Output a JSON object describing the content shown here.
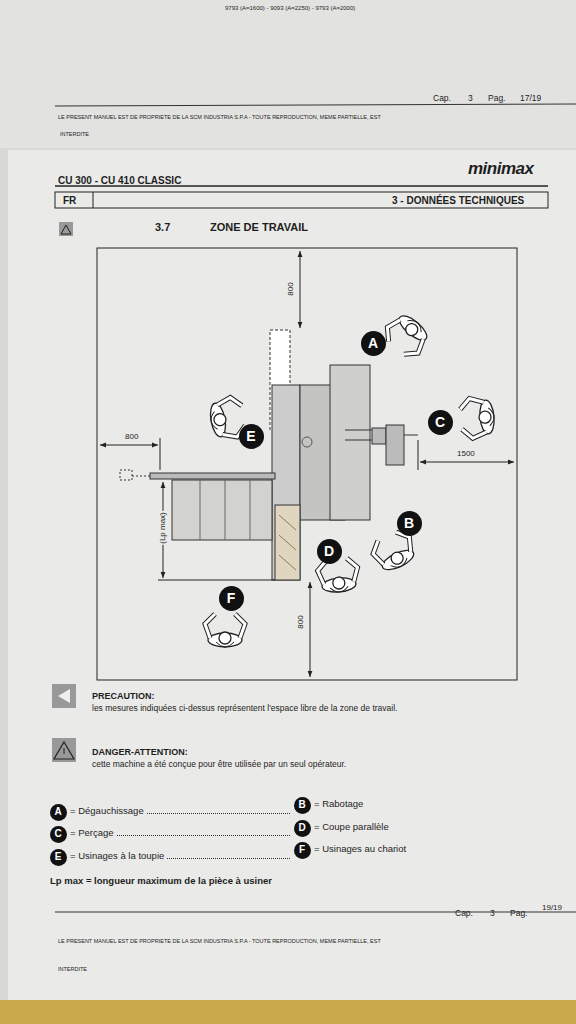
{
  "diagram": {
    "title": "ZONE DE TRAVAIL",
    "nodes": [
      {
        "text": [
          "A"
        ]
      },
      {
        "text": [
          "C"
        ]
      },
      {
        "text": [
          "E"
        ]
      },
      {
        "text": [
          "B"
        ]
      },
      {
        "text": [
          "D"
        ]
      },
      {
        "text": [
          "F"
        ]
      },
      {
        "text": [
          "A"
        ]
      },
      {
        "text": [
          "B"
        ]
      },
      {
        "text": [
          "C"
        ]
      },
      {
        "text": [
          "D"
        ]
      },
      {
        "text": [
          "E"
        ]
      },
      {
        "text": [
          "F"
        ]
      }
    ],
    "labels": [
      "9793 (A=1600) - 9093 (A=2250) - 9793 (A=2000)",
      "LE PRESENT MANUEL EST DE PROPRIETE DE LA SCM INDUSTRIA S.P.A - TOUTE REPRODUCTION, MEME PARTIELLE, EST",
      "INTERDITE",
      "Cap.",
      "3",
      "Pag.",
      "17/19",
      "CU 300 - CU 410 CLASSIC",
      "minimax",
      "FR",
      "3 - DONNÉES TECHNIQUES",
      "3.7",
      "800",
      "800",
      "1500",
      "(Lp max)",
      "800",
      "PRECAUTION:",
      "les mesures indiquées ci-dessus représentent l'espace libre de la zone de travail.",
      "DANGER-ATTENTION:",
      "cette machine a été conçue pour être utilisée par un seul opérateur.",
      "Lp max = longueur maximum de la pièce à usiner",
      "Cap.",
      "3",
      "Pag.",
      "19/19",
      "LE PRESENT MANUEL EST DE PROPRIETE DE LA SCM INDUSTRIA S.P.A - TOUTE REPRODUCTION, MEME PARTIELLE, EST",
      "INTERDITE"
    ],
    "legend": [
      {
        "text": "= Dégauchissage"
      },
      {
        "text": "= Rabotage"
      },
      {
        "text": "= Perçage"
      },
      {
        "text": "= Coupe parallèle"
      },
      {
        "text": "= Usinages à la toupie"
      },
      {
        "text": "= Usinages au chariot"
      }
    ]
  }
}
